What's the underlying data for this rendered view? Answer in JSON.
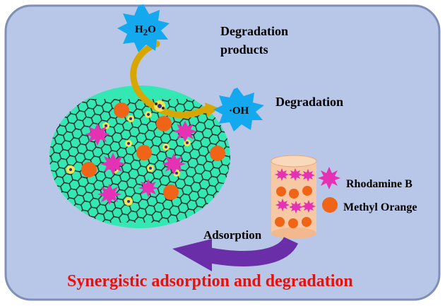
{
  "labels": {
    "water_main": "H",
    "water_sub": "2",
    "water_tail": "O",
    "degradation_products_line1": "Degradation",
    "degradation_products_line2": "products",
    "hydroxyl": "·OH",
    "degradation": "Degradation",
    "rhodamine_b": "Rhodamine B",
    "methyl_orange": "Methyl Orange",
    "adsorption": "Adsorption",
    "title": "Synergistic adsorption and degradation"
  },
  "colors": {
    "panel_fill": "#b8c7e8",
    "panel_stroke": "#7f8fb8",
    "ellipse_fill": "#33e8b2",
    "burst_fill": "#14a8ef",
    "rhodamine_fill": "#e531b4",
    "methyl_orange_fill": "#f06418",
    "orange_arrow": "#d8a600",
    "purple_arrow": "#6a2ea8",
    "cylinder_fill": "#f7c8a4",
    "title_color": "#e8100a"
  },
  "icons": [
    "water-burst-icon",
    "hydroxyl-burst-icon",
    "rhodamine-b-star-icon",
    "methyl-orange-dot-icon",
    "adsorption-arrow-icon",
    "degradation-arrow-icon",
    "adsorbent-cylinder-icon",
    "catalyst-lattice-icon"
  ]
}
